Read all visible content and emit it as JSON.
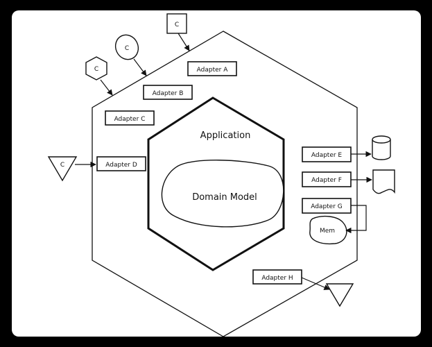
{
  "diagram": {
    "application_label": "Application",
    "domain_label": "Domain Model",
    "adapters": {
      "a": "Adapter A",
      "b": "Adapter B",
      "c": "Adapter C",
      "d": "Adapter D",
      "e": "Adapter E",
      "f": "Adapter F",
      "g": "Adapter G",
      "h": "Adapter H"
    },
    "clients": {
      "square": "C",
      "ellipse": "C",
      "hexagon": "C",
      "triangle": "C"
    },
    "mem_label": "Mem"
  }
}
